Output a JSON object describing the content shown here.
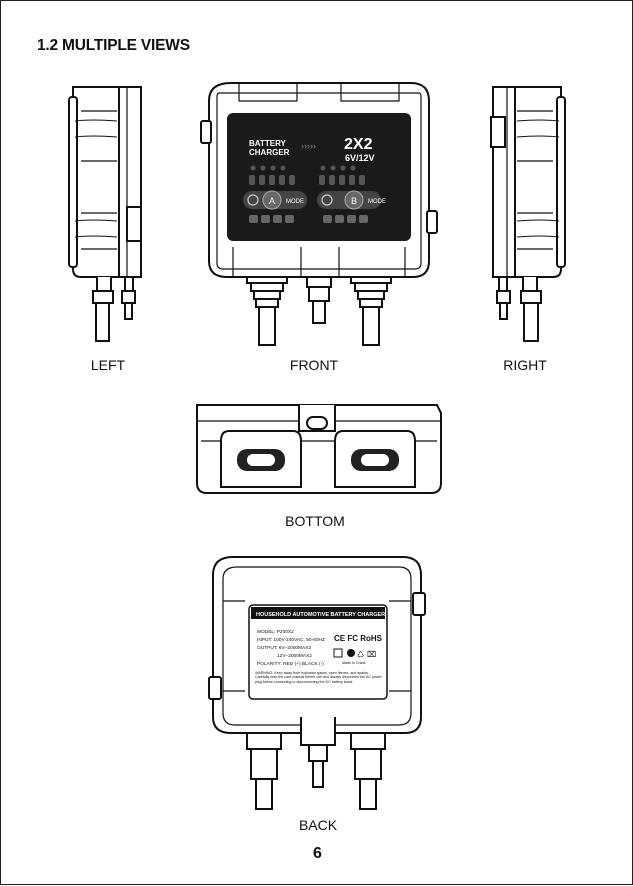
{
  "section_title": "1.2 MULTIPLE VIEWS",
  "views": {
    "left": "LEFT",
    "front": "FRONT",
    "right": "RIGHT",
    "bottom": "BOTTOM",
    "back": "BACK"
  },
  "front_panel": {
    "title_line1": "BATTERY",
    "title_line2": "CHARGER",
    "model_mark": "2X2",
    "voltage": "6V/12V",
    "channel_a": "A",
    "channel_b": "B",
    "mode_a": "MODE",
    "mode_b": "MODE"
  },
  "back_label": {
    "title": "HOUSEHOLD AUTOMOTIVE BATTERY CHARGER",
    "model": "MODEL: P200X2",
    "input": "INPUT: 100V-240VAC, 50-60HZ",
    "output": "OUTPUT: 6V–2000MAX2",
    "output2": "12V–2000MAX2",
    "polarity": "POLARITY: RED (+) BLACK (-)",
    "marks": "CE FC RoHS",
    "origin": "Made In China",
    "warning": "WARNING: Keep away from explosive gases, open flames, and sparks. Carefully read the user manual before use and always disconnect the AC power plug before connecting or disconnecting the DC battery leads."
  },
  "page_number": "6"
}
